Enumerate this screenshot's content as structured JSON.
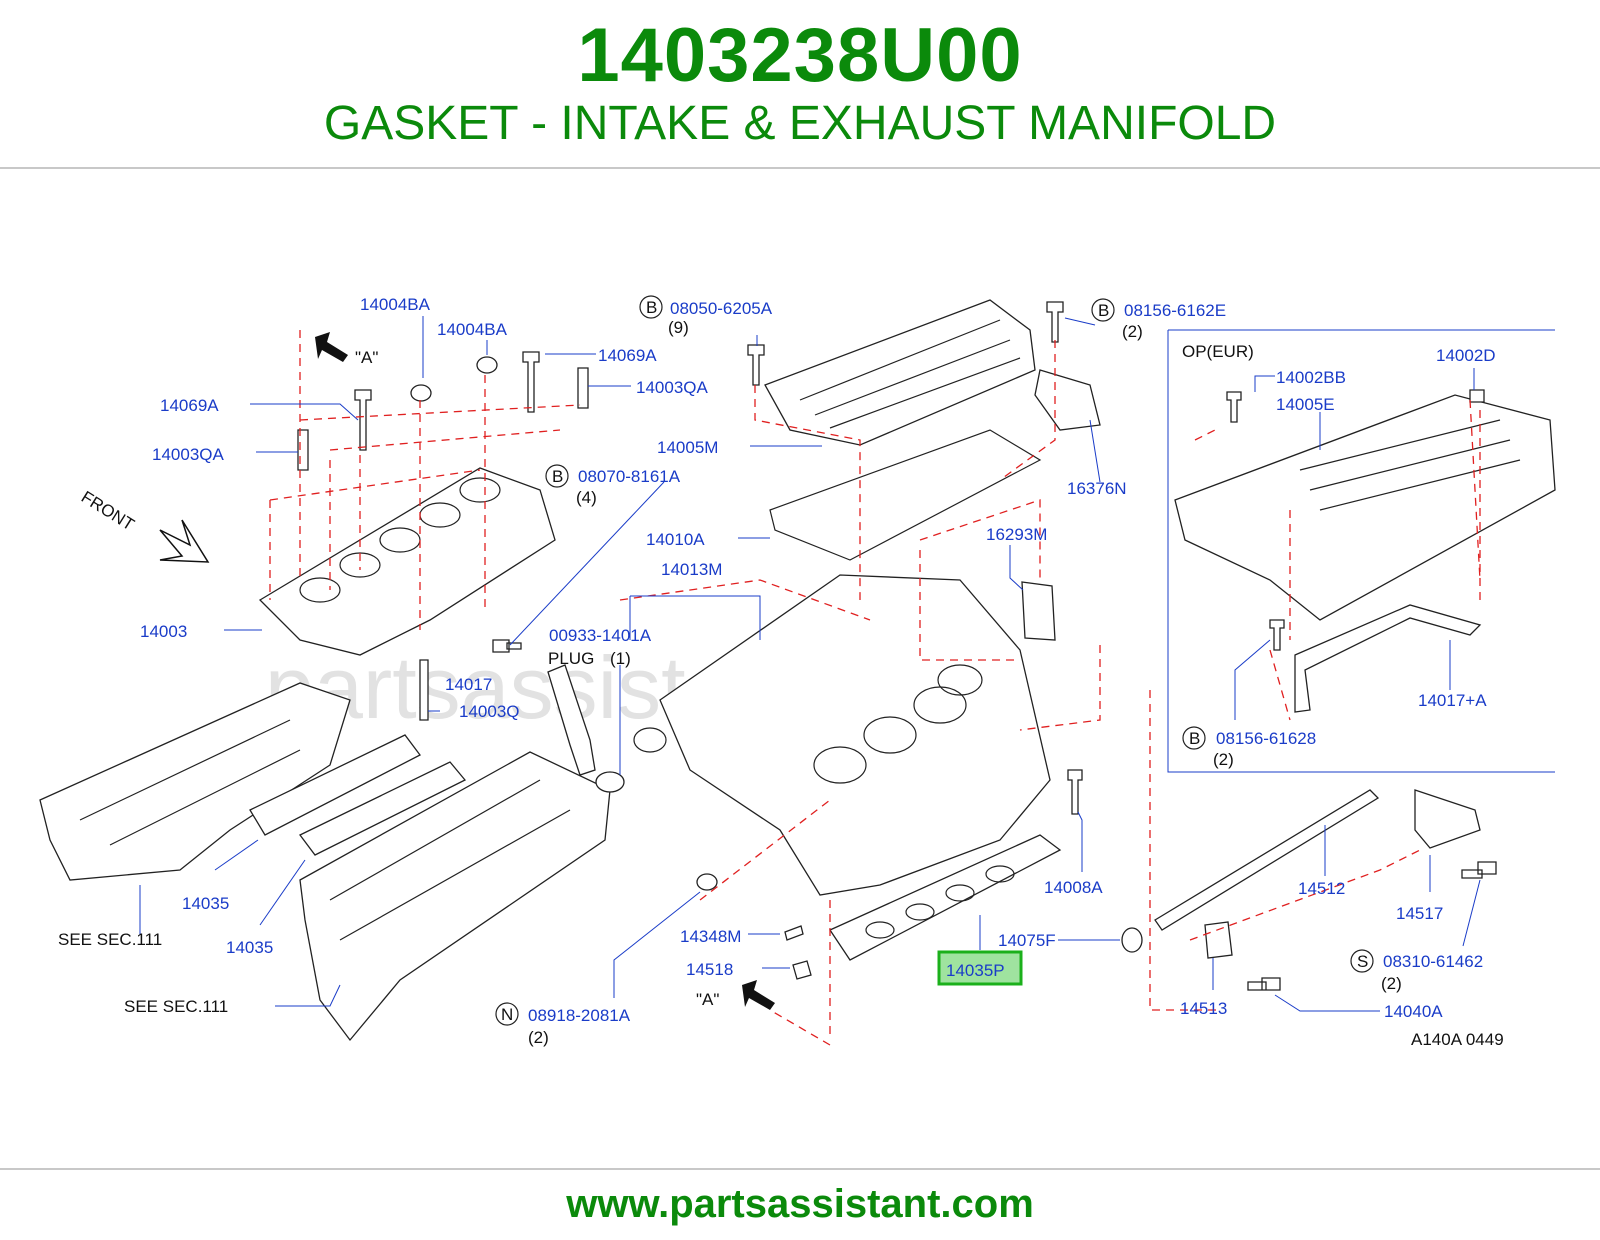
{
  "header": {
    "part_number": "1403238U00",
    "description": "GASKET - INTAKE & EXHAUST MANIFOLD"
  },
  "footer": {
    "url": "www.partsassistant.com"
  },
  "watermark": "partsassistant.com",
  "colors": {
    "brand": "#0b8a0b",
    "label": "#1a3cc8",
    "dashed": "#e02020",
    "highlight_fill": "#9fe39f",
    "highlight_border": "#1bb01b"
  },
  "diagram": {
    "code": "A140A   0449",
    "front": "FRONT",
    "view_a": "\"A\"",
    "op_eur": "OP(EUR)",
    "plug": "PLUG",
    "see_sec": "SEE   SEC.111",
    "labels": {
      "l14004BA_1": "14004BA",
      "l14004BA_2": "14004BA",
      "l14069A_1": "14069A",
      "l14069A_2": "14069A",
      "l14003QA_1": "14003QA",
      "l14003QA_2": "14003QA",
      "l14003": "14003",
      "l14017": "14017",
      "l14003Q": "14003Q",
      "l14035_1": "14035",
      "l14035_2": "14035",
      "l08050": "08050-6205A",
      "l08070": "08070-8161A",
      "l08156E": "08156-6162E",
      "l14005M": "14005M",
      "l14010A": "14010A",
      "l16376N": "16376N",
      "l16293M": "16293M",
      "l14013M": "14013M",
      "l00933": "00933-1401A",
      "l14348M": "14348M",
      "l14518": "14518",
      "l08918": "08918-2081A",
      "l14008A": "14008A",
      "l14075F": "14075F",
      "l14035P": "14035P",
      "l14512": "14512",
      "l14517": "14517",
      "l14513": "14513",
      "l14040A": "14040A",
      "l08310": "08310-61462",
      "l14002BB": "14002BB",
      "l14002D": "14002D",
      "l14005E": "14005E",
      "l14017A": "14017+A",
      "l08156_61628": "08156-61628"
    },
    "qty": {
      "q9": "(9)",
      "q4": "(4)",
      "q2": "(2)",
      "q1": "(1)"
    },
    "callouts": {
      "B": "B",
      "N": "N",
      "S": "S"
    }
  }
}
